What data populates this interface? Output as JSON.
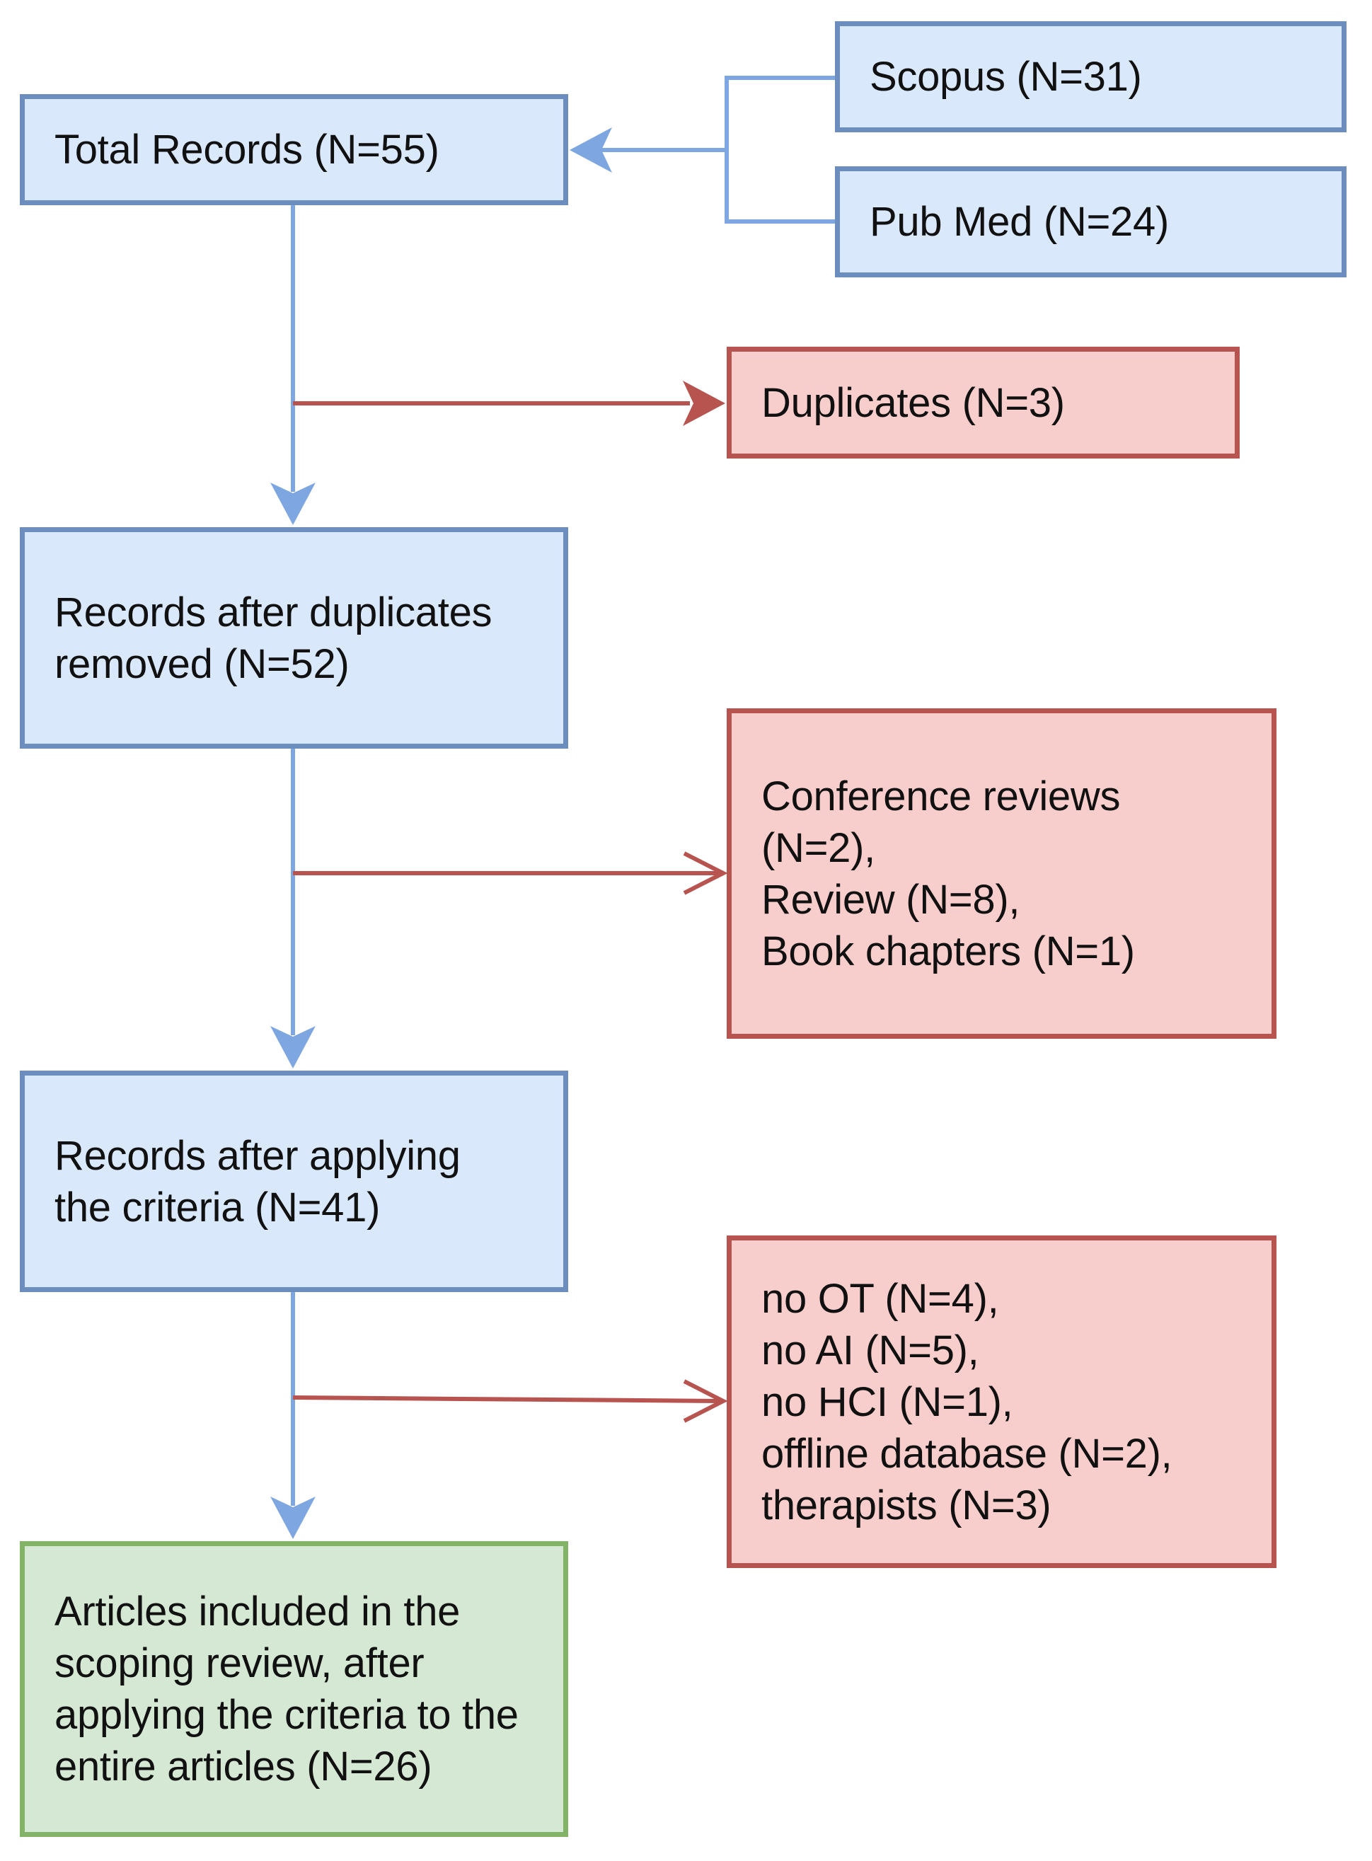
{
  "colors": {
    "flow_arrow": "#7ea6e0",
    "exclusion_arrow": "#b85450",
    "box_blue_fill": "#dae8fc",
    "box_blue_border": "#6c8ebf",
    "box_red_fill": "#f8cecc",
    "box_red_border": "#b85450",
    "box_green_fill": "#d5e8d4",
    "box_green_border": "#82b366"
  },
  "sources": {
    "scopus": "Scopus (N=31)",
    "pubmed": "Pub Med (N=24)"
  },
  "flow": {
    "total_records": [
      "Total Records (N=55)"
    ],
    "after_duplicates": [
      "Records after duplicates",
      "removed (N=52)"
    ],
    "after_criteria": [
      "Records after applying",
      "the criteria (N=41)"
    ],
    "included": [
      "Articles included in the",
      "scoping review, after",
      "applying the criteria to the",
      "entire articles (N=26)"
    ]
  },
  "exclusions": {
    "duplicates": [
      "Duplicates (N=3)"
    ],
    "types": [
      "Conference reviews",
      "(N=2),",
      "Review (N=8),",
      "Book chapters (N=1)"
    ],
    "criteria": [
      "no OT (N=4),",
      "no AI (N=5),",
      "no HCI (N=1),",
      "offline database (N=2),",
      "therapists (N=3)"
    ]
  }
}
